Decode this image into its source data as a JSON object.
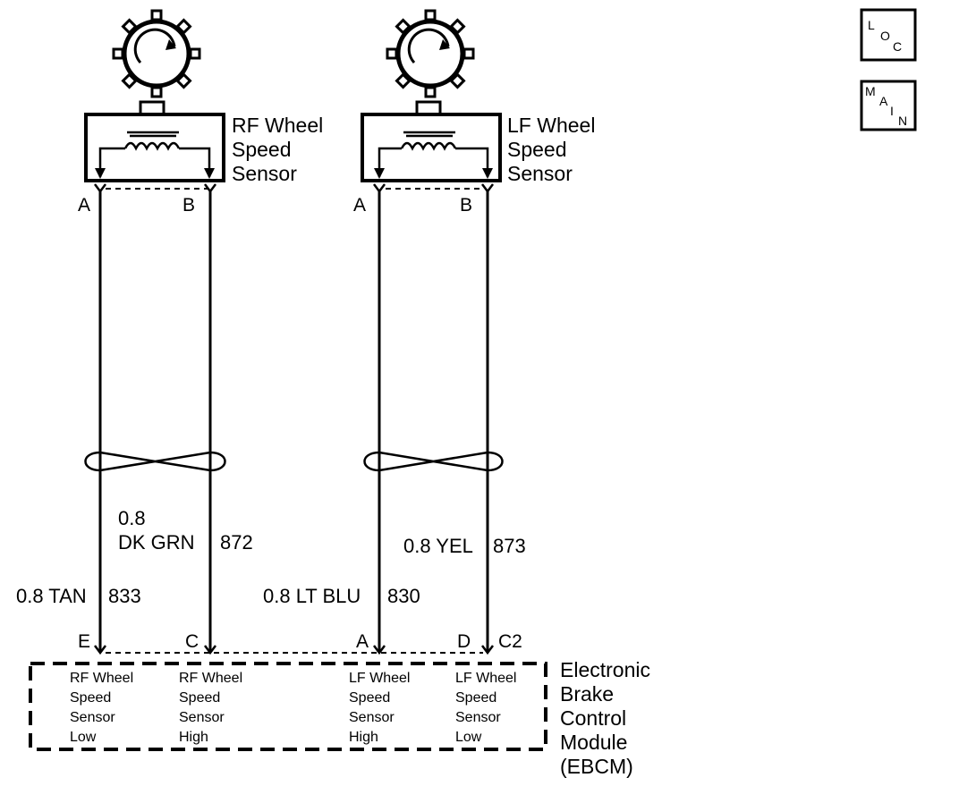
{
  "sensors": {
    "rf": {
      "name": [
        "RF Wheel",
        "Speed",
        "Sensor"
      ],
      "pin_a": "A",
      "pin_b": "B"
    },
    "lf": {
      "name": [
        "LF Wheel",
        "Speed",
        "Sensor"
      ],
      "pin_a": "A",
      "pin_b": "B"
    }
  },
  "wires": {
    "rf_high": {
      "size": "0.8",
      "color": "DK GRN",
      "circuit": "872"
    },
    "rf_low": {
      "size_color": "0.8 TAN",
      "circuit": "833"
    },
    "lf_high": {
      "size_color": "0.8 LT BLU",
      "circuit": "830"
    },
    "lf_low": {
      "size_color": "0.8 YEL",
      "circuit": "873"
    }
  },
  "module": {
    "pins": {
      "e": "E",
      "c": "C",
      "a": "A",
      "d": "D",
      "connector": "C2"
    },
    "name": [
      "Electronic",
      "Brake",
      "Control",
      "Module",
      "(EBCM)"
    ],
    "terminals": [
      [
        "RF Wheel",
        "Speed",
        "Sensor",
        "Low"
      ],
      [
        "RF Wheel",
        "Speed",
        "Sensor",
        "High"
      ],
      [
        "LF Wheel",
        "Speed",
        "Sensor",
        "High"
      ],
      [
        "LF Wheel",
        "Speed",
        "Sensor",
        "Low"
      ]
    ]
  },
  "icons": {
    "loc": {
      "letters": [
        "L",
        "O",
        "C"
      ],
      "name": "location-icon"
    },
    "main": {
      "letters": [
        "M",
        "A",
        "I",
        "N"
      ],
      "name": "main-icon"
    }
  }
}
